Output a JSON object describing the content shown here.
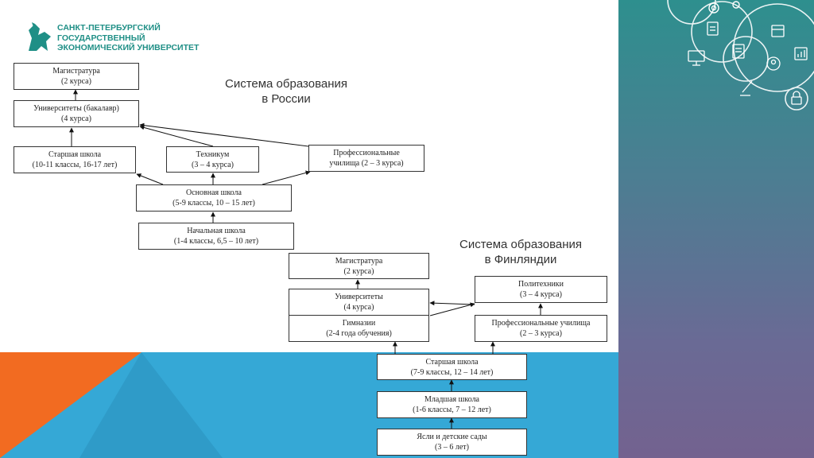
{
  "logo": {
    "lines": [
      "САНКТ-ПЕТЕРБУРГСКИЙ",
      "ГОСУДАРСТВЕННЫЙ",
      "ЭКОНОМИЧЕСКИЙ УНИВЕРСИТЕТ"
    ],
    "color": "#1f8f86",
    "icon": "griffin-logo-icon"
  },
  "russia": {
    "title_line1": "Система образования",
    "title_line2": "в России",
    "boxes": {
      "masters": [
        "Магистратура",
        "(2 курса)"
      ],
      "university": [
        "Университеты (бакалавр)",
        "(4 курса)"
      ],
      "high_school": [
        "Старшая школа",
        "(10-11 классы, 16-17 лет)"
      ],
      "technikum": [
        "Техникум",
        "(3 – 4 курса)"
      ],
      "vocational": [
        "Профессиональные",
        "училища  (2 – 3 курса)"
      ],
      "basic_school": [
        "Основная школа",
        "(5-9 классы, 10 – 15 лет)"
      ],
      "primary_school": [
        "Начальная школа",
        "(1-4 классы, 6,5 – 10 лет)"
      ]
    }
  },
  "finland": {
    "title_line1": "Система образования",
    "title_line2": "в Финляндии",
    "boxes": {
      "masters": [
        "Магистратура",
        "(2 курса)"
      ],
      "polytechnics": [
        "Политехники",
        "(3 – 4 курса)"
      ],
      "universities": [
        "Университеты",
        "(4 курса)"
      ],
      "gymnasium": [
        "Гимназии",
        "(2-4 года обучения)"
      ],
      "vocational": [
        "Профессиональные училища",
        "(2 – 3 курса)"
      ],
      "upper_school": [
        "Старшая школа",
        "(7-9 классы, 12 – 14 лет)"
      ],
      "junior_school": [
        "Младшая школа",
        "(1-6 классы, 7 – 12 лет)"
      ],
      "kindergarten": [
        "Ясли и детские сады",
        "(3 – 6 лет)"
      ]
    }
  },
  "decor": {
    "icons": [
      "gear-icon",
      "clipboard-icon",
      "monitor-icon",
      "document-icon",
      "calendar-icon",
      "settings-person-icon",
      "chart-icon",
      "pen-icon",
      "lock-icon"
    ],
    "panel_colors": [
      "#2e8f8e",
      "#73628f"
    ],
    "band_colors": [
      "#35a8d6",
      "#f26b21"
    ]
  }
}
